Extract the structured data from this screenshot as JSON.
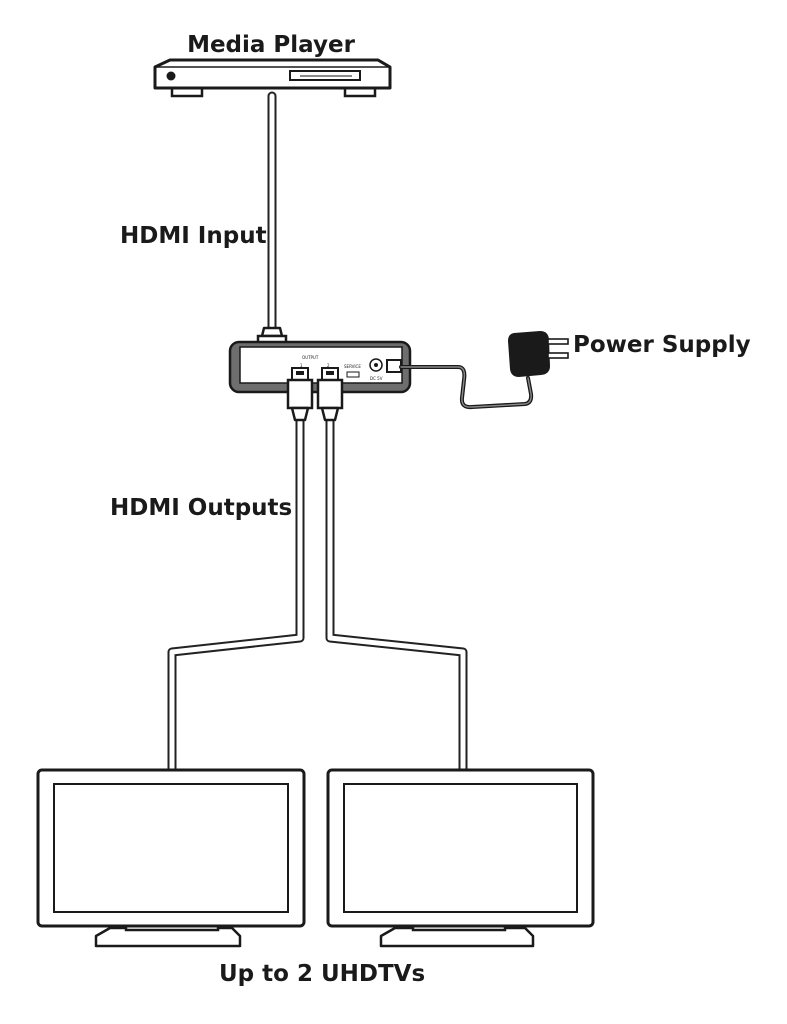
{
  "labels": {
    "media_player": "Media Player",
    "hdmi_input": "HDMI Input",
    "power_supply": "Power Supply",
    "hdmi_outputs": "HDMI Outputs",
    "displays": "Up to 2 UHDTVs"
  },
  "device_panel": {
    "outputs_label": "OUTPUT",
    "port_1": "1",
    "port_2": "2",
    "service_label": "SERVICE",
    "dc_label": "DC 5V"
  },
  "colors": {
    "line": "#1a1a1a",
    "panel_gray": "#6e6e6e",
    "cable_fill": "#ffffff"
  }
}
